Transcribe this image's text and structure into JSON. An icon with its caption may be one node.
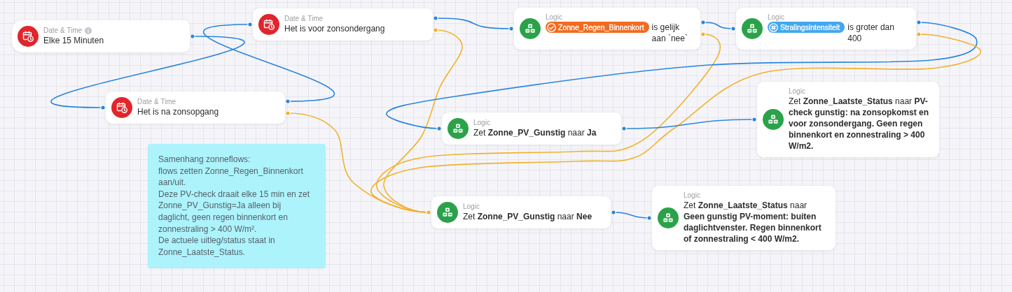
{
  "diagram": {
    "nodes": [
      {
        "text": [
          "Date & Time",
          "Elke 15 Minuten"
        ]
      },
      {
        "text": [
          "Date & Time",
          "Het is voor zonsondergang"
        ]
      },
      {
        "text": [
          "Date & Time",
          "Het is na zonsopgang"
        ]
      },
      {
        "text": [
          "Logic",
          "Zonne_Regen_Binnenkort",
          "is gelijk aan `nee`"
        ]
      },
      {
        "text": [
          "Logic",
          "Stralingsintensiteit",
          "is groter dan 400"
        ]
      },
      {
        "text": [
          "Logic",
          "Zet **Zonne_PV_Gunstig** naar **Ja**"
        ]
      },
      {
        "text": [
          "Logic",
          "Zet **Zonne_Laatste_Status** naar **PV-check gunstig: na zonsopkomst en voor zonsondergang. Geen regen binnenkort en zonnestraling > 400 W/m2.**"
        ]
      },
      {
        "text": [
          "Logic",
          "Zet **Zonne_PV_Gunstig** naar **Nee**"
        ]
      },
      {
        "text": [
          "Logic",
          "Zet **Zonne_Laatste_Status** naar **Geen gunstig PV-moment: buiten daglichtvenster. Regen binnenkort of zonnestraling < 400 W/m2.**"
        ]
      },
      {
        "text": [
          "Samenhang zonneflows:",
          "flows zetten Zonne_Regen_Binnenkort aan/uit.",
          "Deze PV-check draait elke 15 min en zet Zonne_PV_Gunstig=Ja alleen bij daglicht, geen regen binnenkort en zonnestraling > 400 W/m².",
          "De actuele uitleg/status staat in Zonne_Laatste_Status."
        ]
      }
    ],
    "edges": [
      {
        "from": 0,
        "to": 2,
        "arrow": "other"
      },
      {
        "from": 2,
        "to": 1,
        "arrow": "other"
      },
      {
        "from": 2,
        "to": 7,
        "arrow": "other",
        "color": "#f2b12c"
      },
      {
        "from": 1,
        "to": 3,
        "arrow": "other"
      },
      {
        "from": 1,
        "to": 7,
        "arrow": "other",
        "color": "#f2b12c"
      },
      {
        "from": 3,
        "to": 4,
        "arrow": "other"
      },
      {
        "from": 3,
        "to": 7,
        "arrow": "other",
        "color": "#f2b12c"
      },
      {
        "from": 4,
        "to": 5,
        "arrow": "other"
      },
      {
        "from": 4,
        "to": 7,
        "arrow": "other",
        "color": "#f2b12c"
      },
      {
        "from": 5,
        "to": 6,
        "arrow": "other"
      },
      {
        "from": 7,
        "to": 8,
        "arrow": "other"
      }
    ]
  }
}
